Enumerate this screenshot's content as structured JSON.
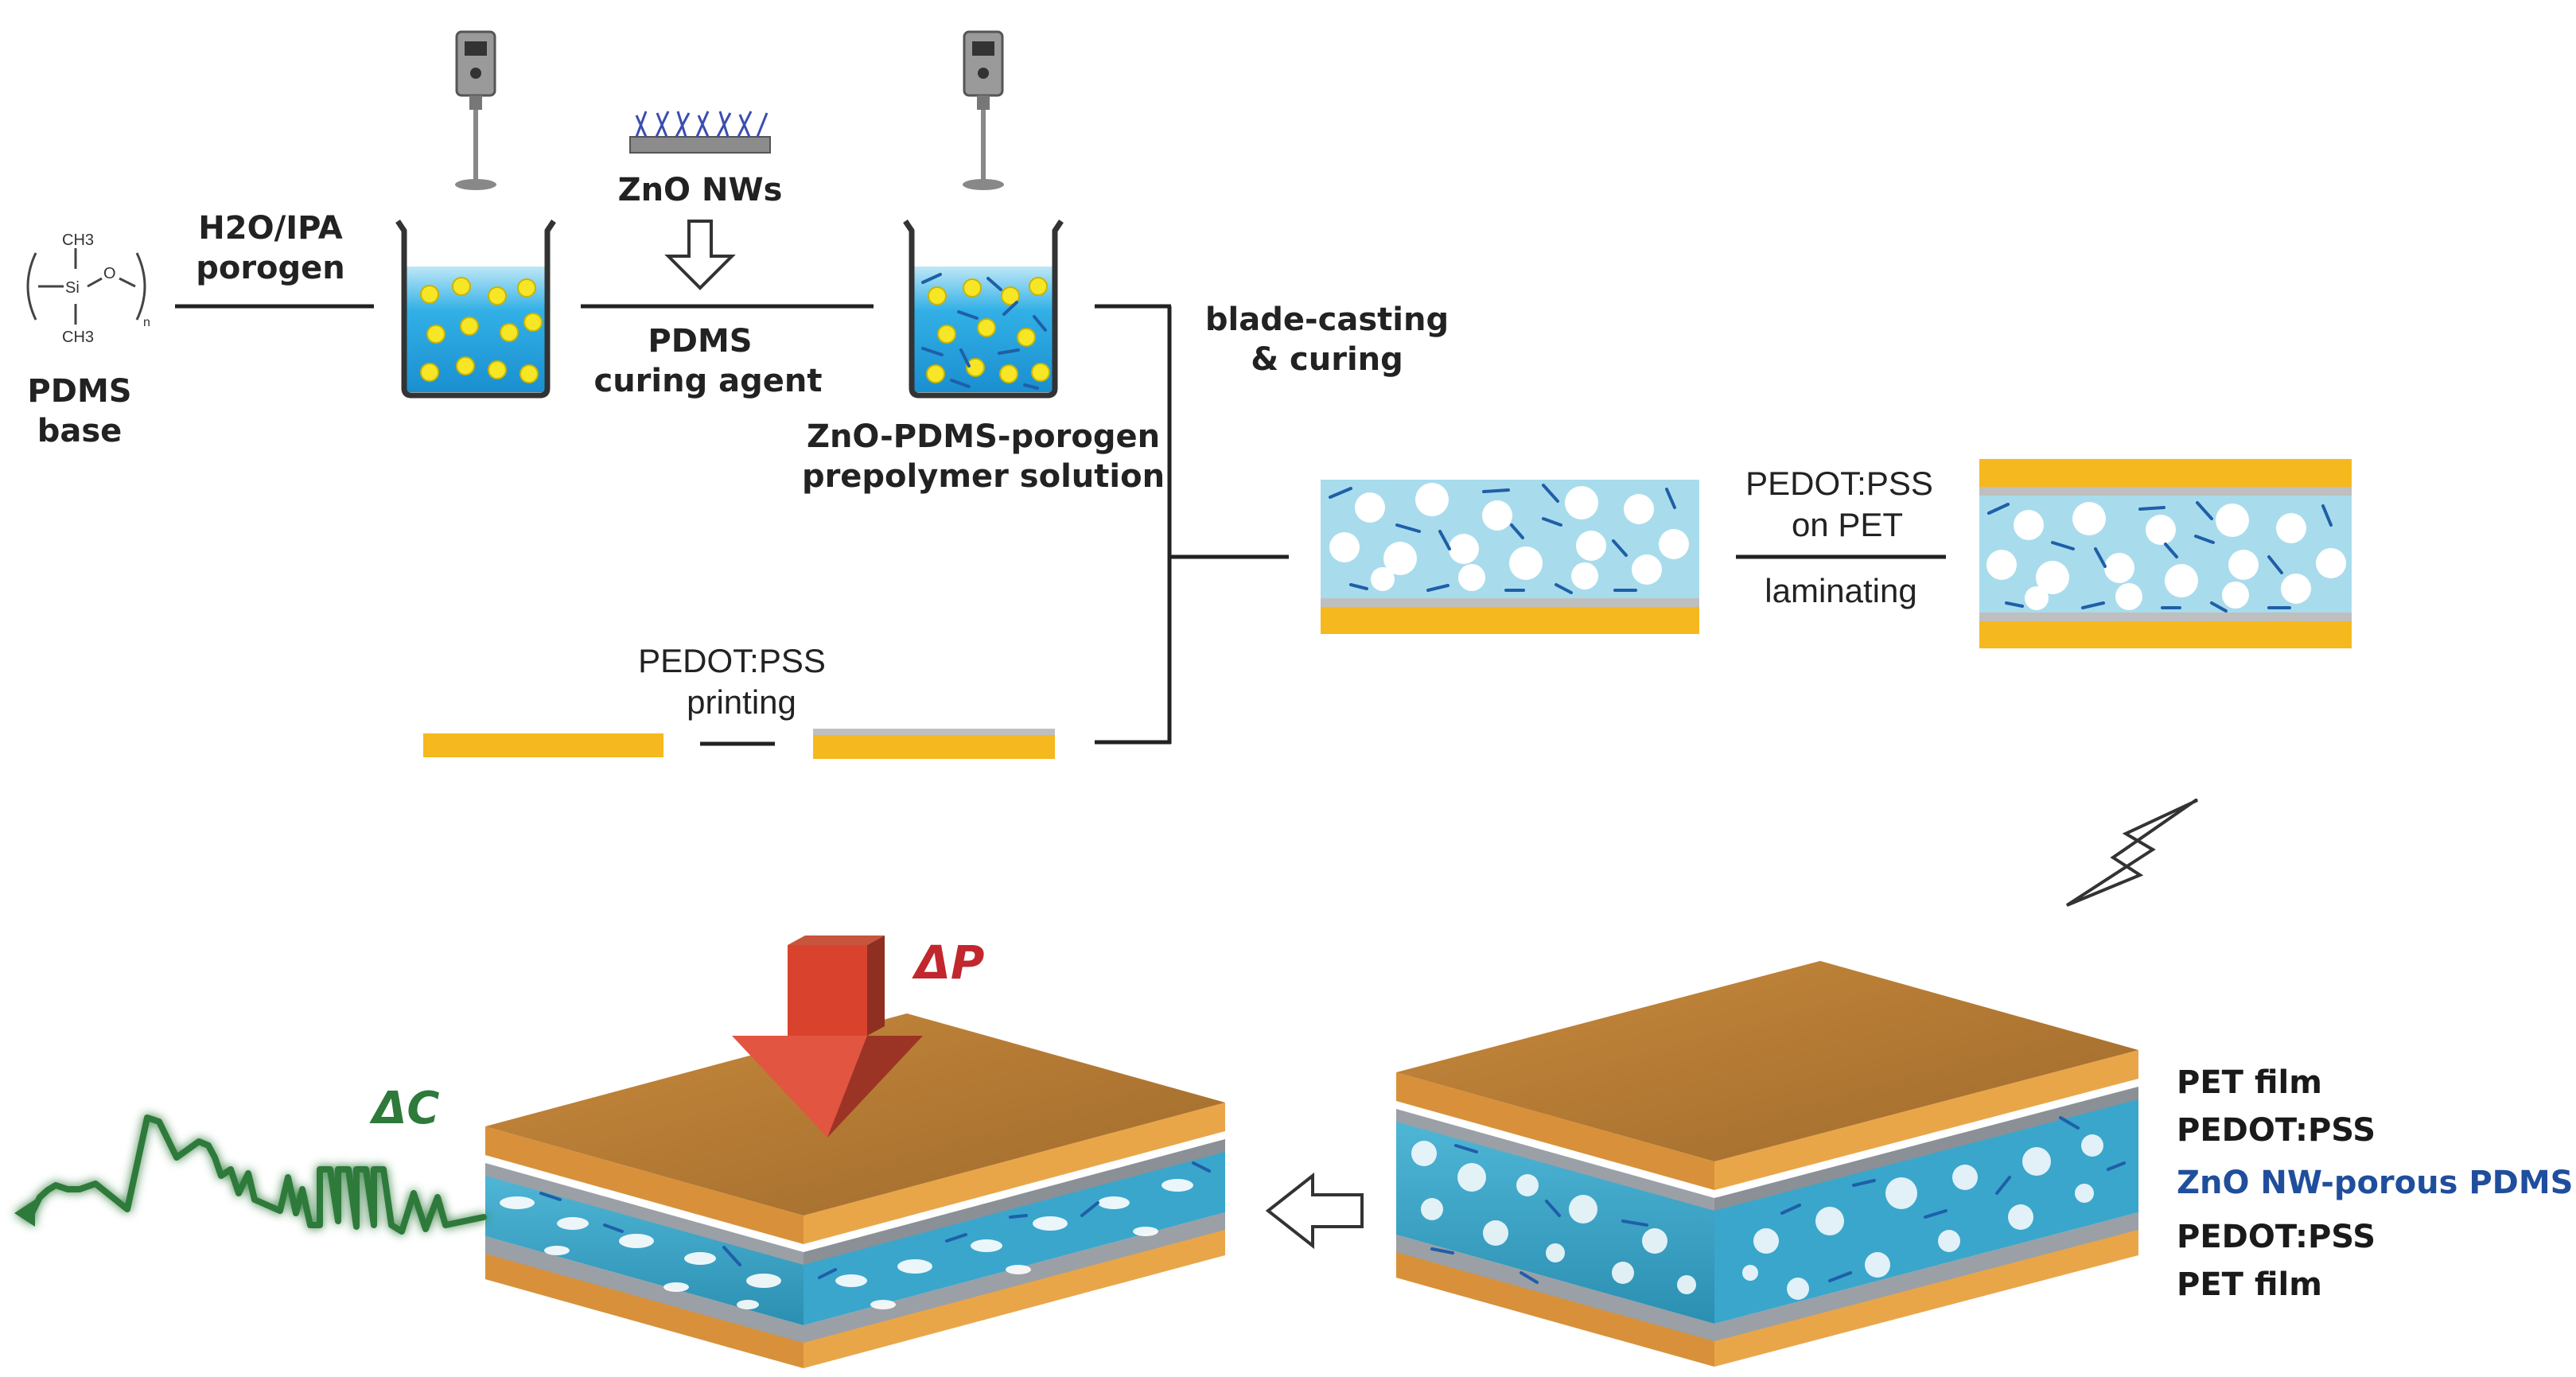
{
  "monomer": {
    "ch3_top": "CH3",
    "si": "Si",
    "o": "O",
    "ch3_bottom": "CH3",
    "n": "n"
  },
  "labels": {
    "pdms_base_1": "PDMS",
    "pdms_base_2": "base",
    "porogen_1": "H2O/IPA",
    "porogen_2": "porogen",
    "zno_nws": "ZnO NWs",
    "curing_1": "PDMS",
    "curing_2": "curing agent",
    "prepolymer_1": "ZnO-PDMS-porogen",
    "prepolymer_2": "prepolymer solution",
    "blade_1": "blade-casting",
    "blade_2": "& curing",
    "pedot_on_pet_1": "PEDOT:PSS",
    "pedot_on_pet_2": "on PET",
    "laminating": "laminating",
    "printing_1": "PEDOT:PSS",
    "printing_2": "printing",
    "delta_p": "ΔP",
    "delta_c": "ΔC"
  },
  "legend": [
    {
      "text": "PET film",
      "color": "#1a1a1a"
    },
    {
      "text": "PEDOT:PSS",
      "color": "#1a1a1a"
    },
    {
      "text": "ZnO NW-porous PDMS",
      "color": "#1f4e9c"
    },
    {
      "text": "PEDOT:PSS",
      "color": "#1a1a1a"
    },
    {
      "text": "PET film",
      "color": "#1a1a1a"
    }
  ],
  "colors": {
    "pet": "#f5b81e",
    "pdms": "#a8dcec",
    "pedot": "#bfbfbf",
    "nanowire": "#1f5fa8",
    "pore": "#ffffff",
    "droplet": "#f7e626",
    "arrow_pressure": "#d9432d",
    "signal": "#2d7a3a",
    "legend_accent": "#1f4e9c"
  }
}
